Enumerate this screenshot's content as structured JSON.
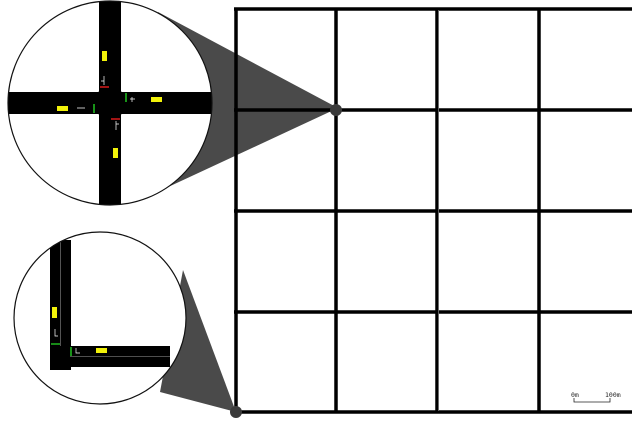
{
  "map": {
    "background": "#ffffff",
    "road_color": "#000000",
    "lane_divider_color": "#6a6a6a",
    "grid": {
      "columns": 4,
      "rows": 4
    }
  },
  "insets": [
    {
      "name": "intersection-4way",
      "callout_color": "#4a4a4a",
      "vehicle_color": "#f2f20a",
      "signal_colors": {
        "red": "#d81b1b",
        "green": "#1fb81f"
      }
    },
    {
      "name": "corner-turn",
      "callout_color": "#4a4a4a",
      "vehicle_color": "#f2f20a",
      "signal_colors": {
        "green": "#1fb81f"
      }
    }
  ],
  "scale_bar": {
    "left_label": "0m",
    "right_label": "100m"
  }
}
